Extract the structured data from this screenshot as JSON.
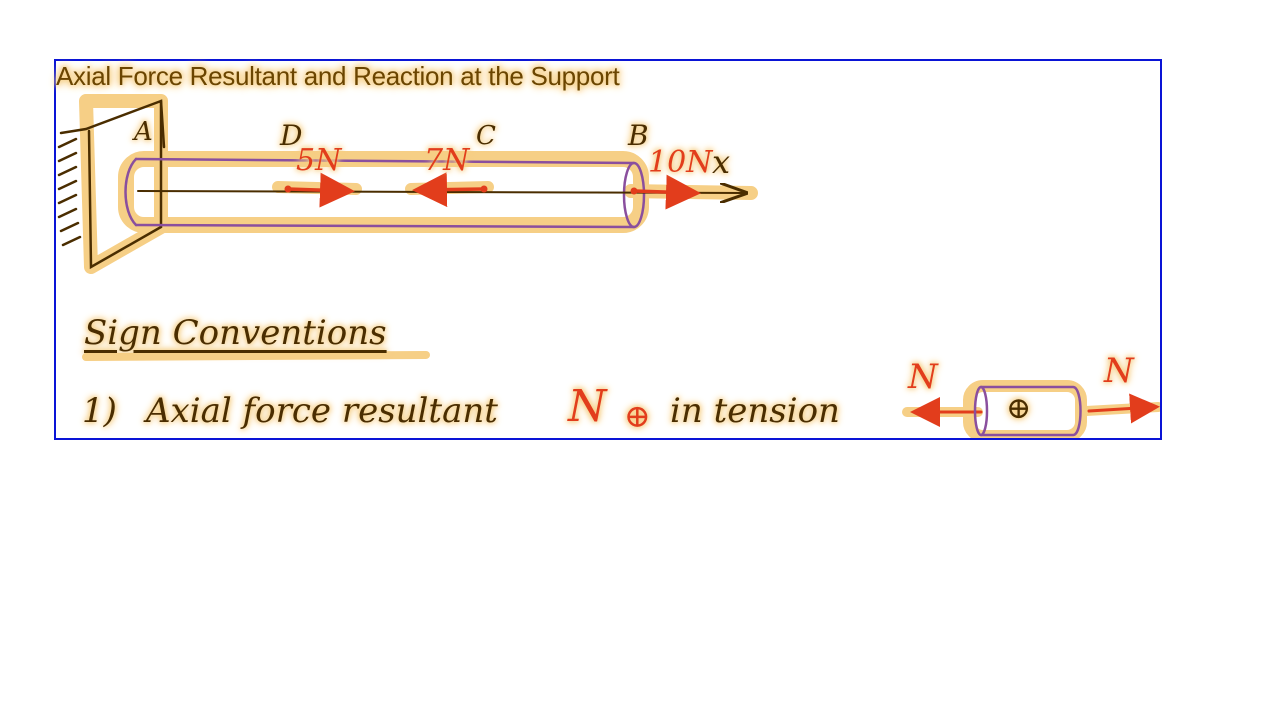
{
  "title": "Axial Force Resultant and Reaction at the Support",
  "diagram": {
    "point_labels": {
      "A": "A",
      "D": "D",
      "C": "C",
      "B": "B"
    },
    "forces": {
      "f_d": "5N",
      "f_c": "7N",
      "f_b": "10N"
    },
    "axis_label": "x"
  },
  "sign_conventions": {
    "heading": "Sign Conventions",
    "item1": {
      "number": "1)",
      "text": "Axial force resultant",
      "symbol": "N",
      "sign": "⊕",
      "suffix": "in tension",
      "element_sign": "⊕",
      "left_label": "N",
      "right_label": "N"
    }
  },
  "colors": {
    "frame": "#0a14d6",
    "highlight": "#f6cf86",
    "ink_brown": "#4a2d00",
    "ink_red": "#e23d1c",
    "ink_purple": "#8a4f9e"
  }
}
